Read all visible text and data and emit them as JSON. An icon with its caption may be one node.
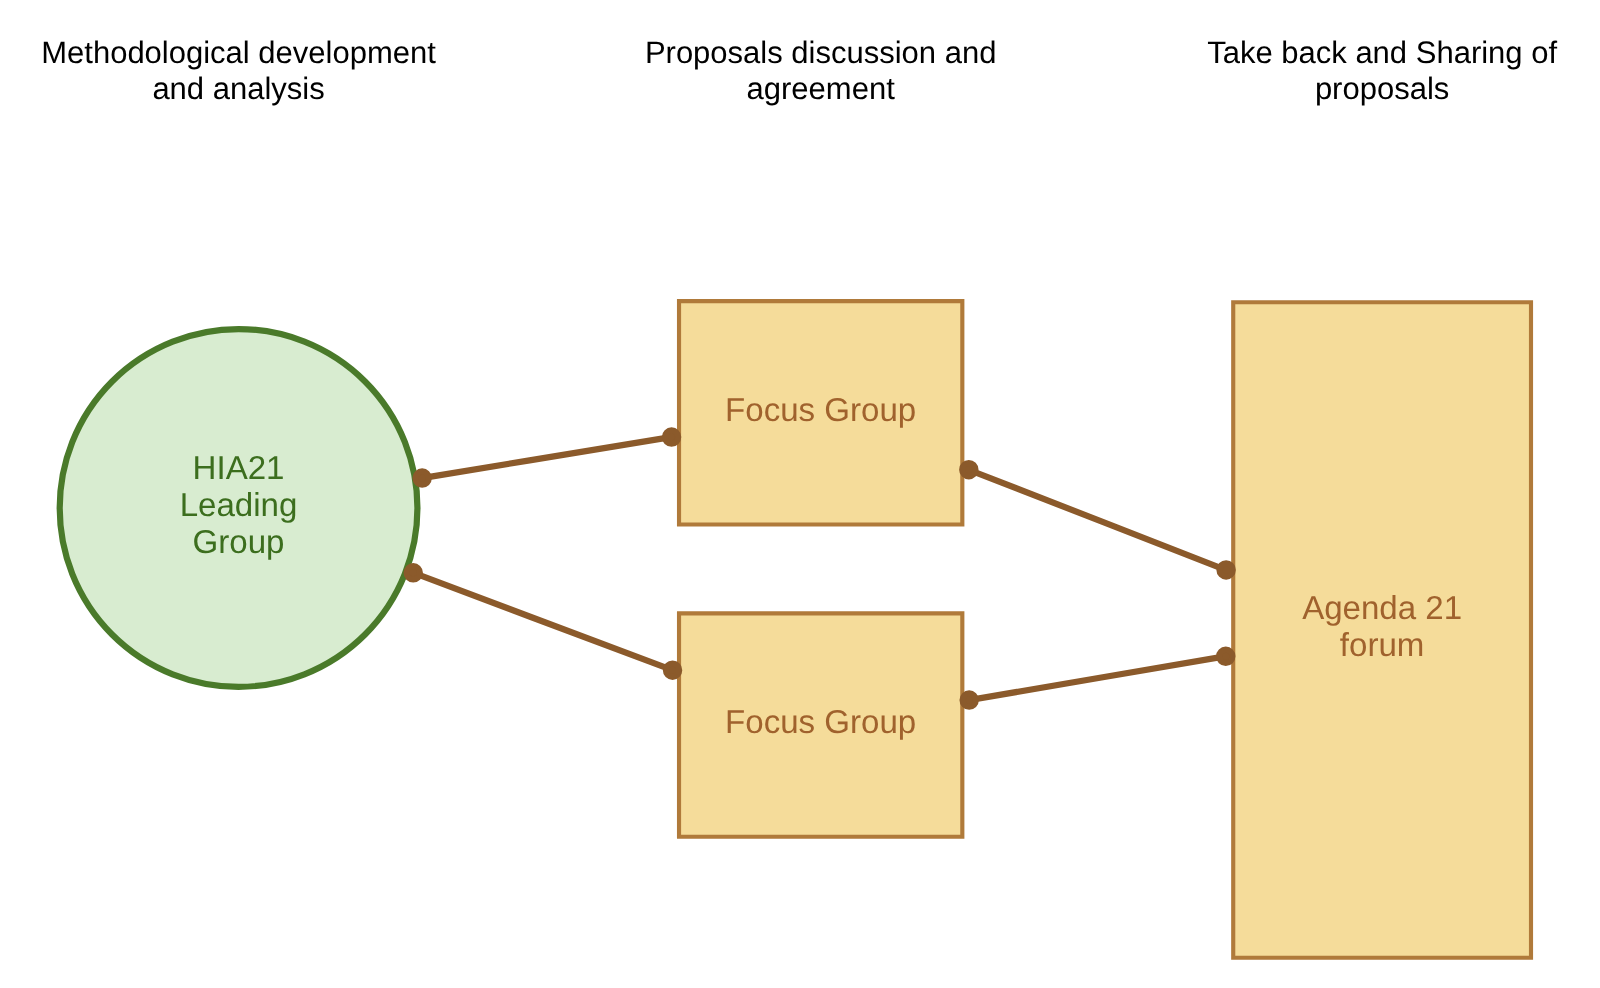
{
  "diagram": {
    "nodes": [
      {
        "text": [
          "HIA21 Leading Group"
        ]
      },
      {
        "text": [
          "Focus Group"
        ]
      },
      {
        "text": [
          "Focus Group"
        ]
      },
      {
        "text": [
          "Agenda 21 forum"
        ]
      }
    ],
    "edges": [
      {
        "from": 0,
        "to": 1,
        "arrow": "other"
      },
      {
        "from": 0,
        "to": 2,
        "arrow": "other"
      },
      {
        "from": 1,
        "to": 3,
        "arrow": "other"
      },
      {
        "from": 2,
        "to": 3,
        "arrow": "other"
      }
    ],
    "labels": [
      "Methodological development and analysis",
      "Proposals discussion and agreement",
      "Take back and Sharing of proposals"
    ]
  }
}
